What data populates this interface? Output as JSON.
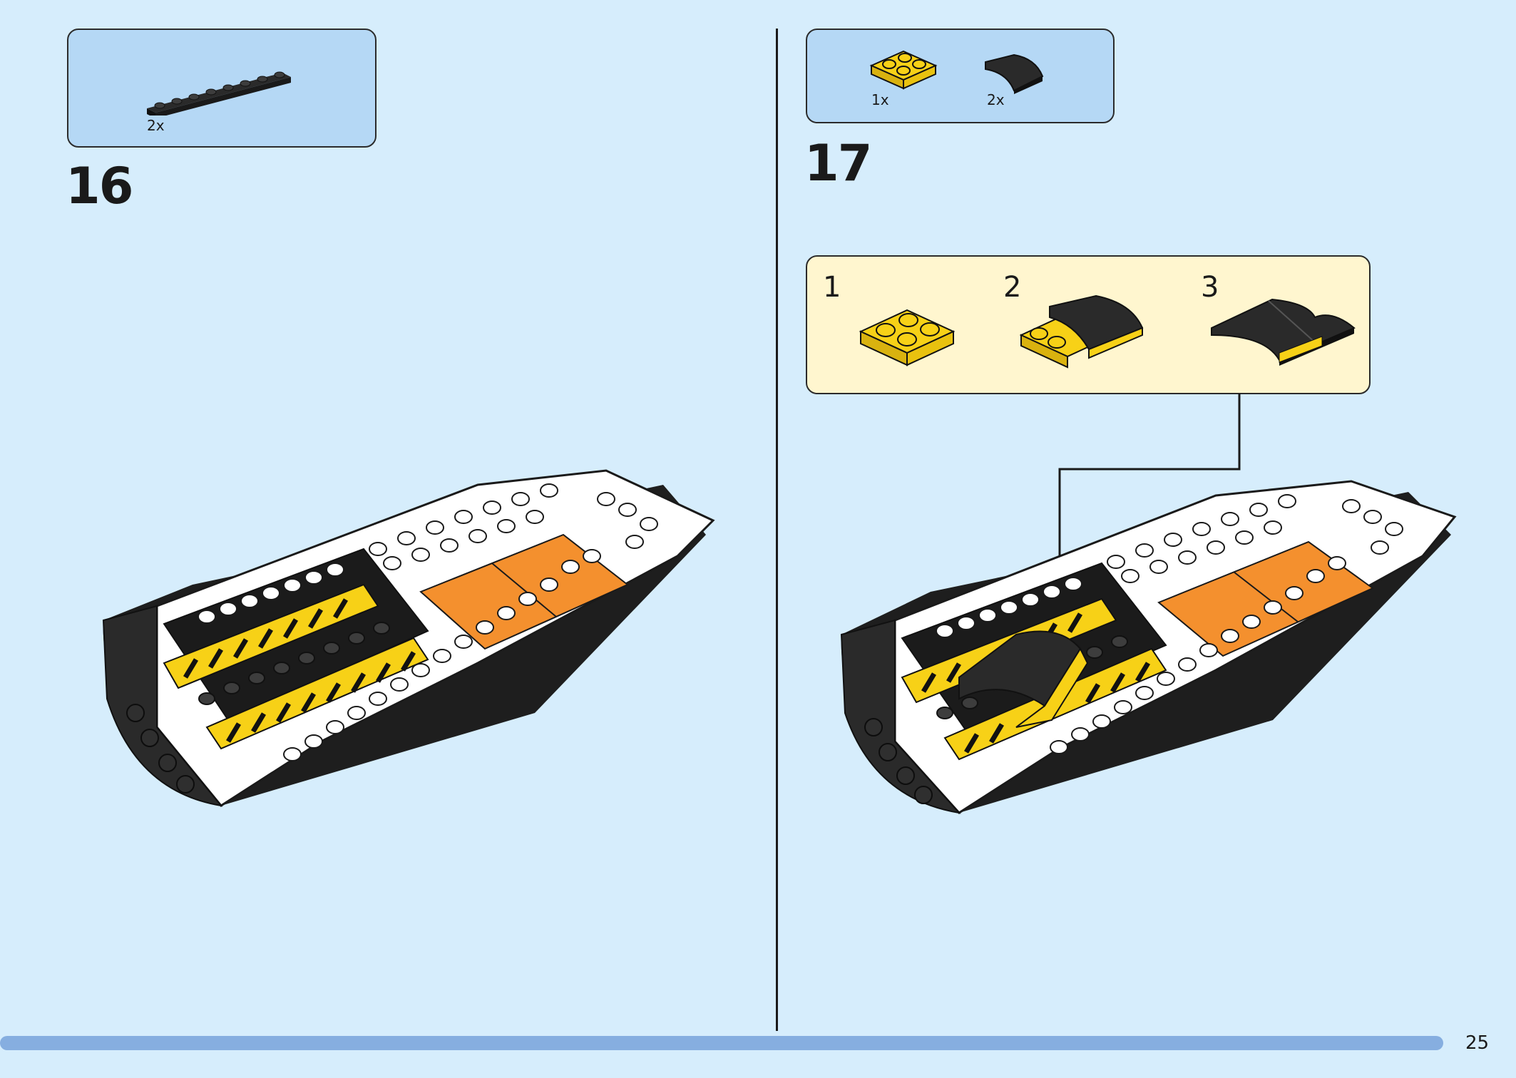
{
  "steps": [
    {
      "number": "16",
      "parts": [
        {
          "name": "black 1x8 plate",
          "qty": "2x"
        }
      ]
    },
    {
      "number": "17",
      "parts": [
        {
          "name": "yellow 2x2 plate",
          "qty": "1x"
        },
        {
          "name": "black curved slope",
          "qty": "2x"
        }
      ],
      "substeps": [
        "1",
        "2",
        "3"
      ]
    }
  ],
  "page_number": "25",
  "colors": {
    "background": "#d6edfc",
    "parts_box": "#b5d8f5",
    "substep_box": "#fff6cf",
    "white_brick": "#ffffff",
    "black_brick": "#2a2a2a",
    "orange_tile": "#f4902e",
    "yellow_brick": "#f7d117",
    "progress_bar": "#86aee0"
  }
}
